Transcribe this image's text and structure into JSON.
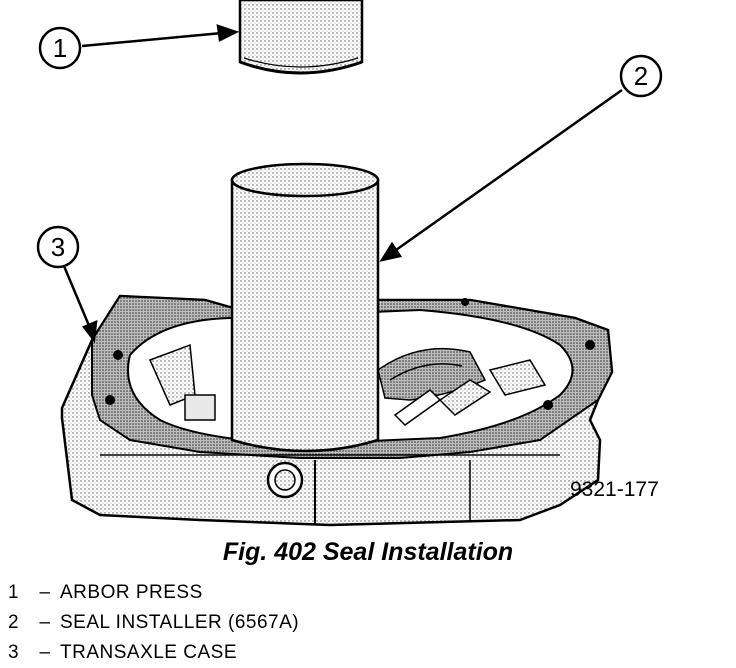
{
  "figure": {
    "callouts": [
      {
        "number": "1"
      },
      {
        "number": "2"
      },
      {
        "number": "3"
      }
    ],
    "figure_code": "9321-177"
  },
  "caption": "Fig. 402 Seal Installation",
  "legend": [
    {
      "number": "1",
      "separator": "–",
      "text": "ARBOR PRESS"
    },
    {
      "number": "2",
      "separator": "–",
      "text": "SEAL INSTALLER (6567A)"
    },
    {
      "number": "3",
      "separator": "–",
      "text": "TRANSAXLE CASE"
    }
  ]
}
